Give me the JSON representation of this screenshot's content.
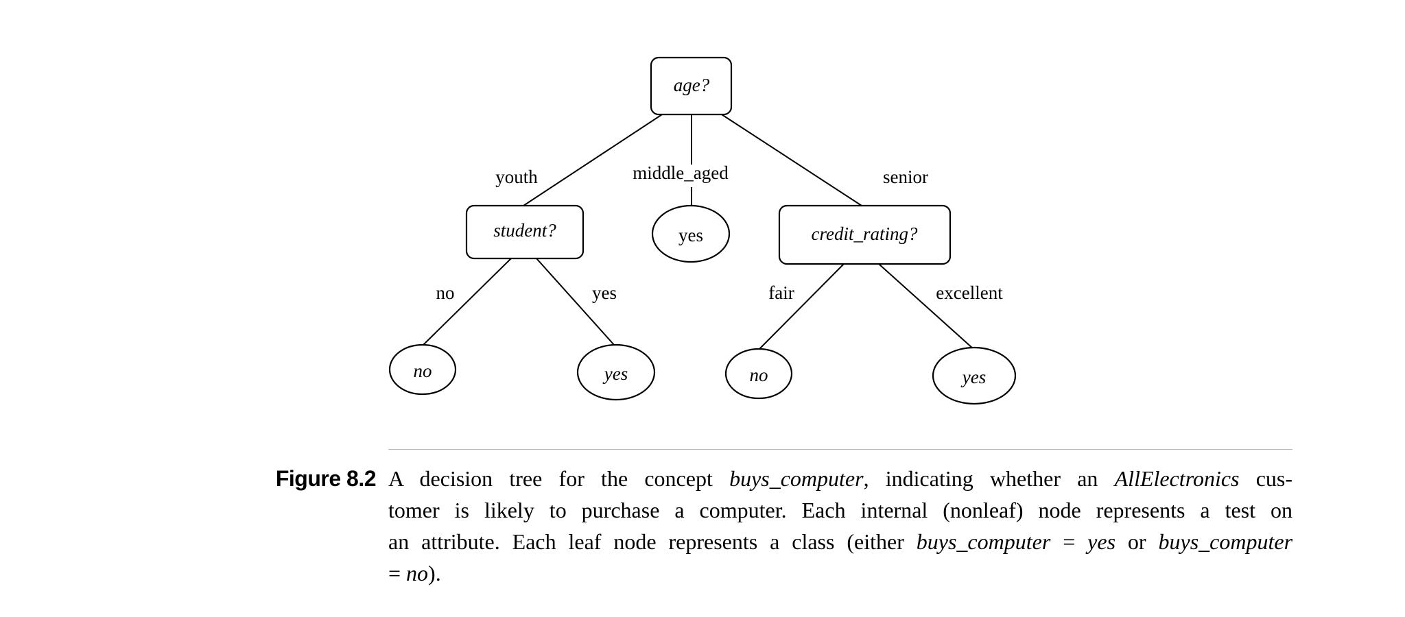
{
  "tree": {
    "root": {
      "label": "age?"
    },
    "age_branches": {
      "youth": "youth",
      "middle_aged": "middle_aged",
      "senior": "senior"
    },
    "student_node": {
      "label": "student?"
    },
    "middle_leaf": {
      "label": "yes"
    },
    "credit_node": {
      "label": "credit_rating?"
    },
    "student_branches": {
      "no": "no",
      "yes": "yes"
    },
    "credit_branches": {
      "fair": "fair",
      "excellent": "excellent"
    },
    "leaves": {
      "student_no": "no",
      "student_yes": "yes",
      "credit_fair": "no",
      "credit_excellent": "yes"
    }
  },
  "caption": {
    "label": "Figure 8.2",
    "line1": {
      "t1": "A decision tree for the concept ",
      "i1": "buys_computer",
      "t2": ", indicating whether an ",
      "i2": "AllElectronics",
      "t3": " cus-"
    },
    "line2": {
      "t1": "tomer is likely to purchase a computer. Each internal (nonleaf) node represents a test on"
    },
    "line3": {
      "t1": "an attribute. Each leaf node represents a class (either ",
      "i1": "buys_computer",
      "t2": " = ",
      "i2": "yes",
      "t3": " or ",
      "i3": "buys_computer"
    },
    "line4": {
      "t1": "= ",
      "i1": "no",
      "t2": ")."
    }
  }
}
